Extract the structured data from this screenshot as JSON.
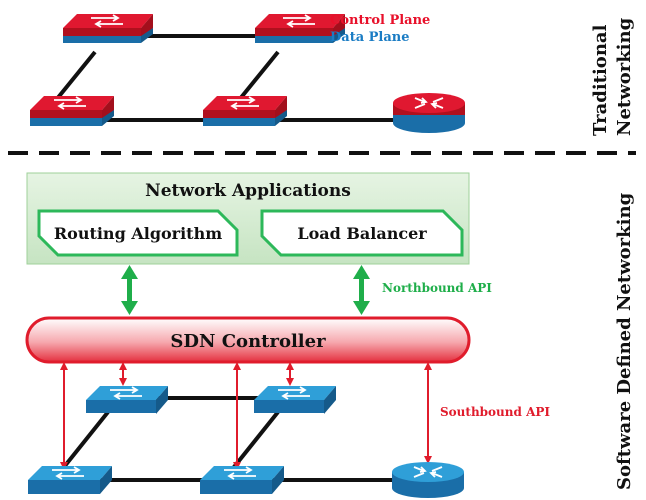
{
  "traditional": {
    "control_plane_label": "Control Plane",
    "data_plane_label": "Data Plane",
    "side_label_line1": "Traditional",
    "side_label_line2": "Networking"
  },
  "sdn": {
    "side_label": "Software Defined Networking",
    "applications_title": "Network Applications",
    "app1": "Routing Algorithm",
    "app2": "Load Balancer",
    "northbound_label": "Northbound API",
    "controller_label": "SDN Controller",
    "southbound_label": "Southbound API"
  },
  "colors": {
    "control_plane": "#e8102a",
    "data_plane": "#1a7cc4",
    "switch_top_red": "#e01830",
    "switch_side_red": "#b0101e",
    "switch_top_blue": "#2f9fd8",
    "switch_side_blue": "#1a6ea8",
    "apps_fill": "#d3ead0",
    "apps_border": "#2db85a",
    "green_arrow": "#1fae4a",
    "controller_border": "#e01c2c",
    "red_arrow": "#e01c2c",
    "dash_line": "#111111"
  }
}
